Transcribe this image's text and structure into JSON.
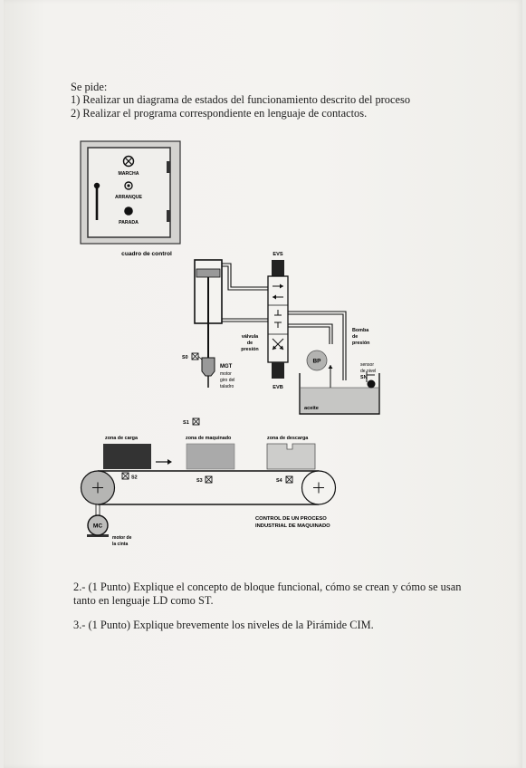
{
  "questions": {
    "intro": "Se pide:",
    "item1": "1) Realizar un diagrama de estados del funcionamiento descrito del proceso",
    "item2": "2) Realizar el programa correspondiente en lenguaje de contactos.",
    "q2_line1": "2.- (1 Punto) Explique el concepto de bloque funcional, cómo se  crean y cómo se usan",
    "q2_line2": "tanto en lenguaje LD como ST.",
    "q3": "3.- (1 Punto) Explique brevemente los niveles de la Pirámide CIM."
  },
  "control_panel": {
    "marcha": "MARCHA",
    "arranque": "ARRANQUE",
    "parada": "PARADA",
    "caption": "cuadro de control"
  },
  "hydraulics": {
    "evs": "EVS",
    "evb": "EVB",
    "valve_line1": "válvula",
    "valve_line2": "de",
    "valve_line3": "presión",
    "pump_line1": "Bomba",
    "pump_line2": "de",
    "pump_line3": "presión",
    "bp": "BP",
    "sensor_line1": "sensor",
    "sensor_line2": "de nivel",
    "sn": "SN",
    "aceite": "aceite",
    "s0": "S0",
    "mgt": "MGT",
    "motor_line1": "motor",
    "motor_line2": "giro del",
    "motor_line3": "taladro"
  },
  "conveyor": {
    "s1": "S1",
    "zona_carga": "zona de carga",
    "zona_maquinado": "zona de maquinado",
    "zona_descarga": "zona de descarga",
    "s2": "S2",
    "s3": "S3",
    "s4": "S4",
    "mc": "MC",
    "motor_cinta_line1": "motor de",
    "motor_cinta_line2": "la cinta",
    "title_line1": "CONTROL DE UN PROCESO",
    "title_line2": "INDUSTRIAL DE MAQUINADO"
  }
}
